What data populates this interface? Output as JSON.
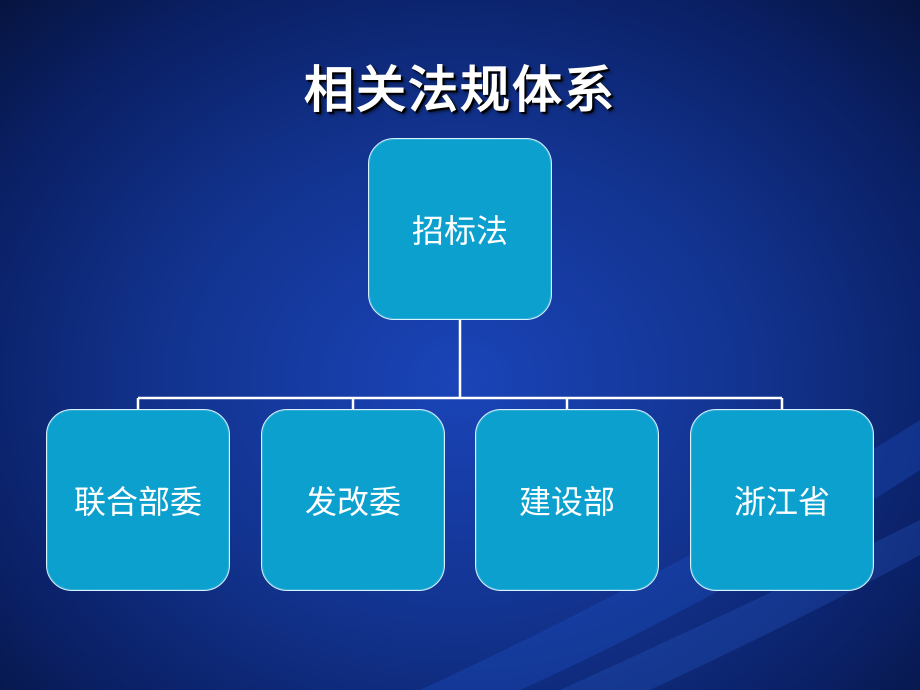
{
  "title": "相关法规体系",
  "root": {
    "label": "招标法"
  },
  "children": [
    {
      "label": "联合部委"
    },
    {
      "label": "发改委"
    },
    {
      "label": "建设部"
    },
    {
      "label": "浙江省"
    }
  ],
  "colors": {
    "node_fill": "#0ca0cf",
    "node_border": "#d8f2ff",
    "background": "#12338f",
    "connector": "#ffffff"
  }
}
